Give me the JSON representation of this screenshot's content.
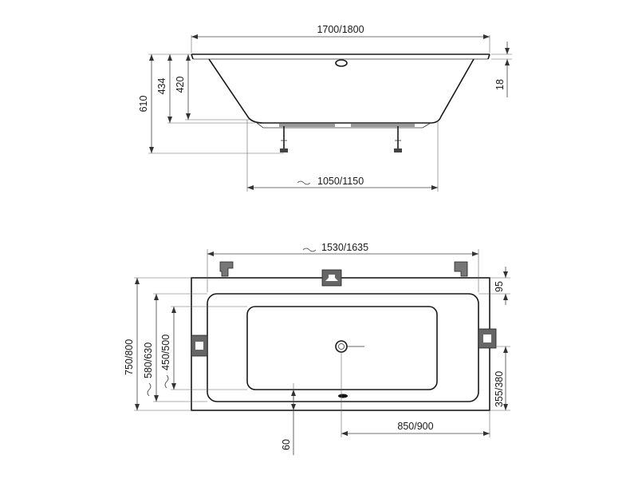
{
  "side_view": {
    "width_label": "1700/1800",
    "height_total": "610",
    "height_434": "434",
    "height_420": "420",
    "rim_label": "18",
    "base_label": "1050/1150"
  },
  "top_view": {
    "inner_length": "1530/1635",
    "width_total": "750/800",
    "width_inner": "580/630",
    "width_bottom": "450/500",
    "edge_95": "95",
    "drain_offset": "355/380",
    "drain_position": "850/900",
    "bottom_60": "60"
  },
  "colors": {
    "line": "#1a1a1a",
    "bracket_fill": "#777777"
  },
  "icons": {
    "bracket": "mounting-bracket-icon",
    "drain": "drain-icon",
    "tilde": "approx-tilde-icon"
  }
}
